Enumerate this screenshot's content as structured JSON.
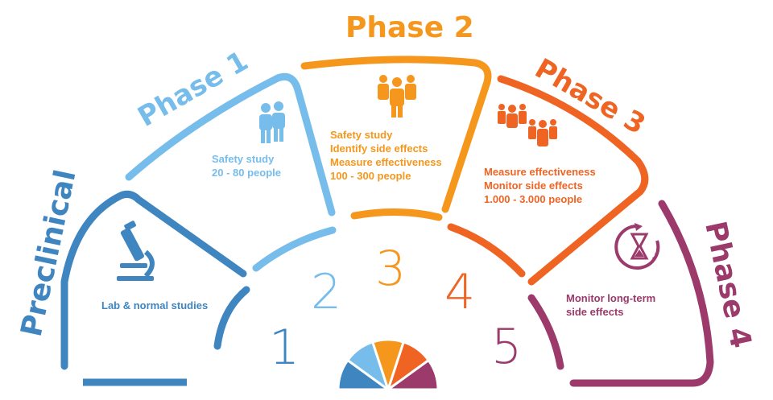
{
  "colors": {
    "preclinical": "#3f86c1",
    "phase1": "#76bdec",
    "phase2": "#f5971d",
    "phase3": "#ef6423",
    "phase4": "#9b3a6b"
  },
  "stages": [
    {
      "key": "preclinical",
      "title": "Preclinical",
      "number": "1",
      "icon": "microscope-icon",
      "lines": [
        "Lab & normal studies"
      ]
    },
    {
      "key": "phase1",
      "title": "Phase 1",
      "number": "2",
      "icon": "two-people-icon",
      "lines": [
        "Safety study",
        "20 - 80 people"
      ]
    },
    {
      "key": "phase2",
      "title": "Phase 2",
      "number": "3",
      "icon": "group-of-people-icon",
      "lines": [
        "Safety study",
        "Identify side effects",
        "Measure effectiveness",
        "100 - 300 people"
      ]
    },
    {
      "key": "phase3",
      "title": "Phase 3",
      "number": "4",
      "icon": "crowd-icon",
      "lines": [
        "Measure effectiveness",
        "Monitor side effects",
        "1.000 - 3.000 people"
      ]
    },
    {
      "key": "phase4",
      "title": "Phase 4",
      "number": "5",
      "icon": "hourglass-cycle-icon",
      "lines": [
        "Monitor long-term",
        "side effects"
      ]
    }
  ]
}
